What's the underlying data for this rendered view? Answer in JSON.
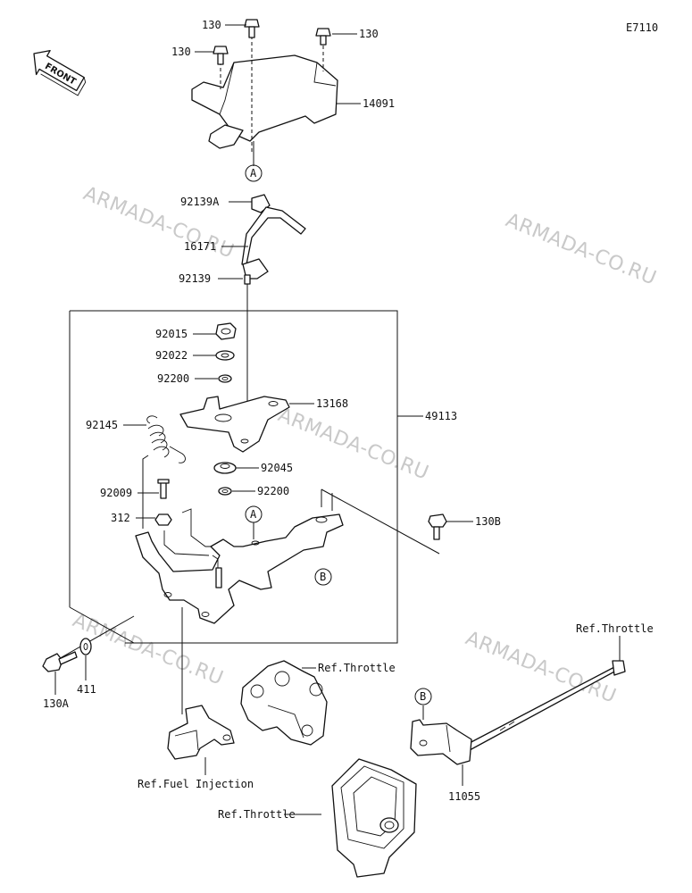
{
  "diagram_code": "E7110",
  "front_arrow_label": "FRONT",
  "watermark_text": "ARMADA-CO.RU",
  "callouts": {
    "a": "A",
    "b": "B"
  },
  "parts": {
    "p130_top": "130",
    "p130_left": "130",
    "p130_right": "130",
    "p14091": "14091",
    "p92139A": "92139A",
    "p16171": "16171",
    "p92139": "92139",
    "p92015": "92015",
    "p92022": "92022",
    "p92200_a": "92200",
    "p13168": "13168",
    "p49113": "49113",
    "p92145": "92145",
    "p92045": "92045",
    "p92009": "92009",
    "p92200_b": "92200",
    "p312": "312",
    "p130B": "130B",
    "p130A": "130A",
    "p411": "411",
    "p11055": "11055"
  },
  "references": {
    "throttle_top": "Ref.Throttle",
    "throttle_mid": "Ref.Throttle",
    "throttle_bottom": "Ref.Throttle",
    "fuel_injection": "Ref.Fuel Injection"
  }
}
